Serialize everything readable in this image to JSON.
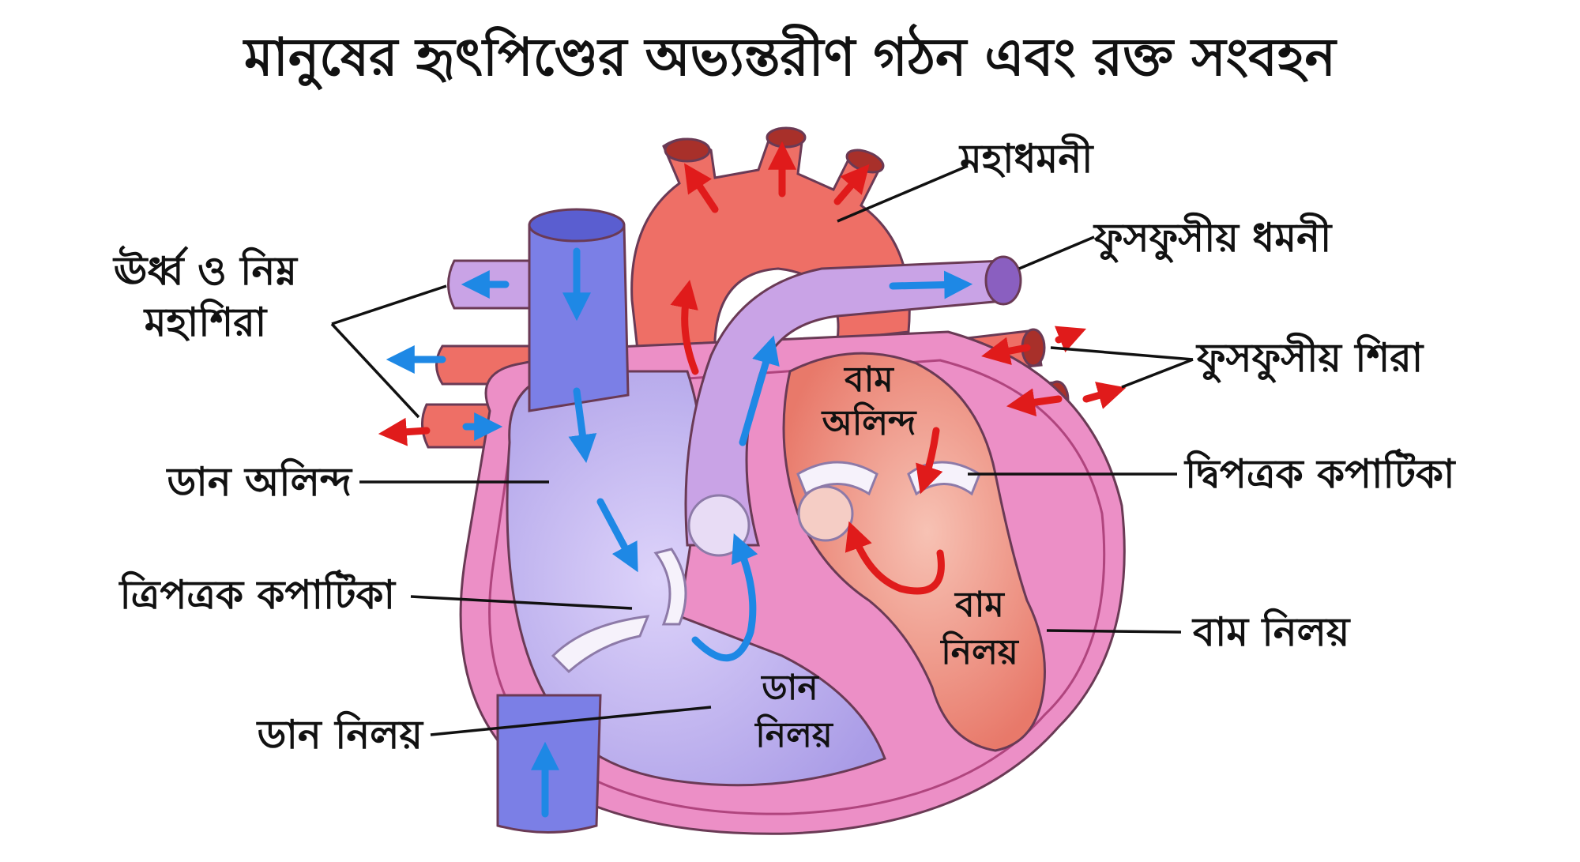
{
  "title": "মানুষের হৃৎপিণ্ডের অভ্যন্তরীণ গঠন এবং রক্ত সংবহন",
  "labels": {
    "aorta": "মহাধমনী",
    "pulmonary_artery": "ফুসফুসীয় ধমনী",
    "vena_cava_line1": "ঊর্ধ্ব ও নিম্ন",
    "vena_cava_line2": "মহাশিরা",
    "pulmonary_veins": "ফুসফুসীয় শিরা",
    "right_atrium": "ডান অলিন্দ",
    "bicuspid_valve": "দ্বিপত্রক কপাটিকা",
    "tricuspid_valve": "ত্রিপত্রক কপাটিকা",
    "left_ventricle": "বাম নিলয়",
    "right_ventricle": "ডান নিলয়"
  },
  "inner_labels": {
    "left_atrium_line1": "বাম",
    "left_atrium_line2": "অলিন্দ",
    "left_ventricle_line1": "বাম",
    "left_ventricle_line2": "নিলয়",
    "right_ventricle_line1": "ডান",
    "right_ventricle_line2": "নিলয়"
  },
  "colors": {
    "deoxygenated_vessel": "#7b7fe6",
    "oxygenated_vessel": "#ee6f66",
    "pulmonary_artery": "#c9a3e6",
    "heart_wall": "#ec8fc6",
    "right_chambers": "#c7b8f0",
    "left_chambers": "#f2a293",
    "blue_arrow": "#1e88e5",
    "red_arrow": "#e01b1b"
  }
}
